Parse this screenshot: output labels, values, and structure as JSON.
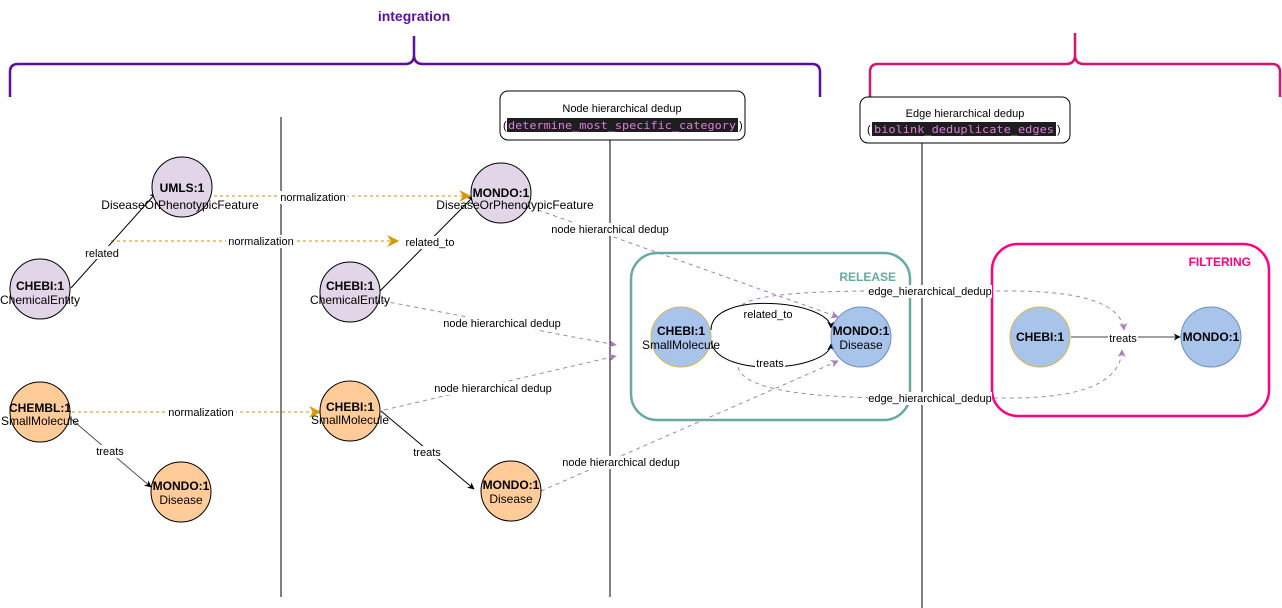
{
  "colors": {
    "integration": "#5c0f9c",
    "filtering_brace": "#d6166e",
    "release": "#67ab9f",
    "filtering": "#ff0080",
    "normalization": "#e8b45a",
    "normalization_arrow": "#d79b00",
    "dedup": "#a680b8",
    "node_purple": "#e1d5e7",
    "node_orange": "#ffcc99",
    "node_blue": "#a9c4eb",
    "node_blue_stroke": "#6c8ebf",
    "node_gold_stroke": "#d6b656",
    "code_bg": "#1e1e1e",
    "code_fg": "#e07ce0"
  },
  "groups": {
    "integration": {
      "label": "integration"
    },
    "filtering_brace": {
      "label": ""
    }
  },
  "stage_boxes": {
    "node_dedup": {
      "title": "Node hierarchical dedup",
      "function": "determine_most_specific_category"
    },
    "edge_dedup": {
      "title": "Edge hierarchical dedup",
      "function": "biolink_deduplicate_edges"
    }
  },
  "clusters": {
    "release": {
      "label": "RELEASE"
    },
    "filtering": {
      "label": "FILTERING"
    }
  },
  "nodes": {
    "raw_umls": {
      "id": "UMLS:1",
      "category": "DiseaseOrPhenotypicFeature"
    },
    "raw_chebi": {
      "id": "CHEBI:1",
      "category": "ChemicalEntity"
    },
    "raw_chembl": {
      "id": "CHEMBL:1",
      "category": "SmallMolecule"
    },
    "raw_mondo": {
      "id": "MONDO:1",
      "category": "Disease"
    },
    "norm_mondo": {
      "id": "MONDO:1",
      "category": "DiseaseOrPhenotypicFeature"
    },
    "norm_chebi_ce": {
      "id": "CHEBI:1",
      "category": "ChemicalEntity"
    },
    "norm_chebi_sm": {
      "id": "CHEBI:1",
      "category": "SmallMolecule"
    },
    "norm_mondo_d": {
      "id": "MONDO:1",
      "category": "Disease"
    },
    "rel_chebi": {
      "id": "CHEBI:1",
      "category": "SmallMolecule"
    },
    "rel_mondo": {
      "id": "MONDO:1",
      "category": "Disease"
    },
    "fil_chebi": {
      "id": "CHEBI:1",
      "category": ""
    },
    "fil_mondo": {
      "id": "MONDO:1",
      "category": ""
    }
  },
  "edge_labels": {
    "related": "related",
    "treats_raw": "treats",
    "norm1": "normalization",
    "norm2": "normalization",
    "norm3": "normalization",
    "related_to_norm": "related_to",
    "treats_norm": "treats",
    "dedup1": "node hierarchical dedup",
    "dedup2": "node hierarchical dedup",
    "dedup3": "node hierarchical dedup",
    "dedup4": "node hierarchical dedup",
    "rel_related_to": "related_to",
    "rel_treats": "treats",
    "edge_dedup_top": "edge_hierarchical_dedup",
    "edge_dedup_bottom": "edge_hierarchical_dedup",
    "fil_treats": "treats"
  }
}
